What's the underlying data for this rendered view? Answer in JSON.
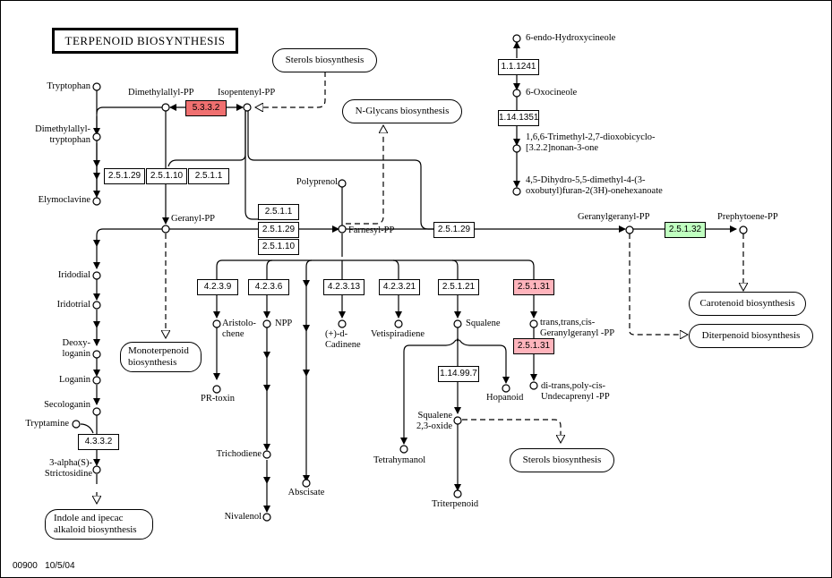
{
  "title": "TERPENOID BIOSYNTHESIS",
  "footer": {
    "map_id": "00900",
    "date": "10/5/04"
  },
  "colors": {
    "highlight_red": "#f07070",
    "highlight_pink": "#ffb4bc",
    "highlight_green": "#c0ffc0",
    "line": "#000000"
  },
  "enzymes": {
    "e5332": "5.3.3.2",
    "e25129_a": "2.5.1.29",
    "e25110_a": "2.5.1.10",
    "e2511_a": "2.5.1.1",
    "e2511_b": "2.5.1.1",
    "e25129_b": "2.5.1.29",
    "e25110_b": "2.5.1.10",
    "e25129_c": "2.5.1.29",
    "e25132": "2.5.1.32",
    "e11241": "1.1.1241",
    "e1141351": "1.14.1351",
    "e4239": "4.2.3.9",
    "e4236": "4.2.3.6",
    "e42313": "4.2.3.13",
    "e42321": "4.2.3.21",
    "e25121": "2.5.1.21",
    "e25131_a": "2.5.1.31",
    "e25131_b": "2.5.1.31",
    "e114997": "1.14.99.7",
    "e4332": "4.3.3.2"
  },
  "compounds": {
    "tryptophan": "Tryptophan",
    "dimethylallyl_pp": "Dimethylallyl-PP",
    "isopentenyl_pp": "Isopentenyl-PP",
    "dimethylallyl_tryptophan": "Dimethylallyl-\ntryptophan",
    "elymoclavine": "Elymoclavine",
    "geranyl_pp": "Geranyl-PP",
    "polyprenol": "Polyprenol",
    "farnesyl_pp": "Farnesyl-PP",
    "geranylgeranyl_pp": "Geranylgeranyl-PP",
    "prephytoene_pp": "Prephytoene-PP",
    "hydroxycineole": "6-endo-Hydroxycineole",
    "oxocineole": "6-Oxocineole",
    "trimethyl": "1,6,6-Trimethyl-2,7-dioxobicyclo-\n[3.2.2]nonan-3-one",
    "dihydro": "4,5-Dihydro-5,5-dimethyl-4-(3-\noxobutyl)furan-2(3H)-onehexanoate",
    "iridodial": "Iridodial",
    "iridotrial": "Iridotrial",
    "deoxyloganin": "Deoxy-\nloganin",
    "loganin": "Loganin",
    "secologanin": "Secologanin",
    "tryptamine": "Tryptamine",
    "strictosidine": "3-alpha(S)-\nStrictosidine",
    "aristolochene": "Aristolo-\nchene",
    "pr_toxin": "PR-toxin",
    "npp": "NPP",
    "trichodiene": "Trichodiene",
    "nivalenol": "Nivalenol",
    "abscisate": "Abscisate",
    "cadinene": "(+)-d-\nCadinene",
    "vetispiradiene": "Vetispiradiene",
    "squalene": "Squalene",
    "hopanoid": "Hopanoid",
    "squalene_oxide": "Squalene\n2,3-oxide",
    "tetrahymanol": "Tetrahymanol",
    "triterpenoid": "Triterpenoid",
    "ttc_ggpp": "trans,trans,cis-\nGeranylgeranyl -PP",
    "undecaprenyl": "di-trans,poly-cis-\nUndecaprenyl -PP"
  },
  "maps": {
    "sterols_top": "Sterols biosynthesis",
    "n_glycans": "N-Glycans biosynthesis",
    "carotenoid": "Carotenoid biosynthesis",
    "diterpenoid": "Diterpenoid biosynthesis",
    "monoterpenoid": "Monoterpenoid\nbiosynthesis",
    "indole": "Indole and ipecac\nalkaloid biosynthesis",
    "sterols_bottom": "Sterols biosynthesis"
  }
}
